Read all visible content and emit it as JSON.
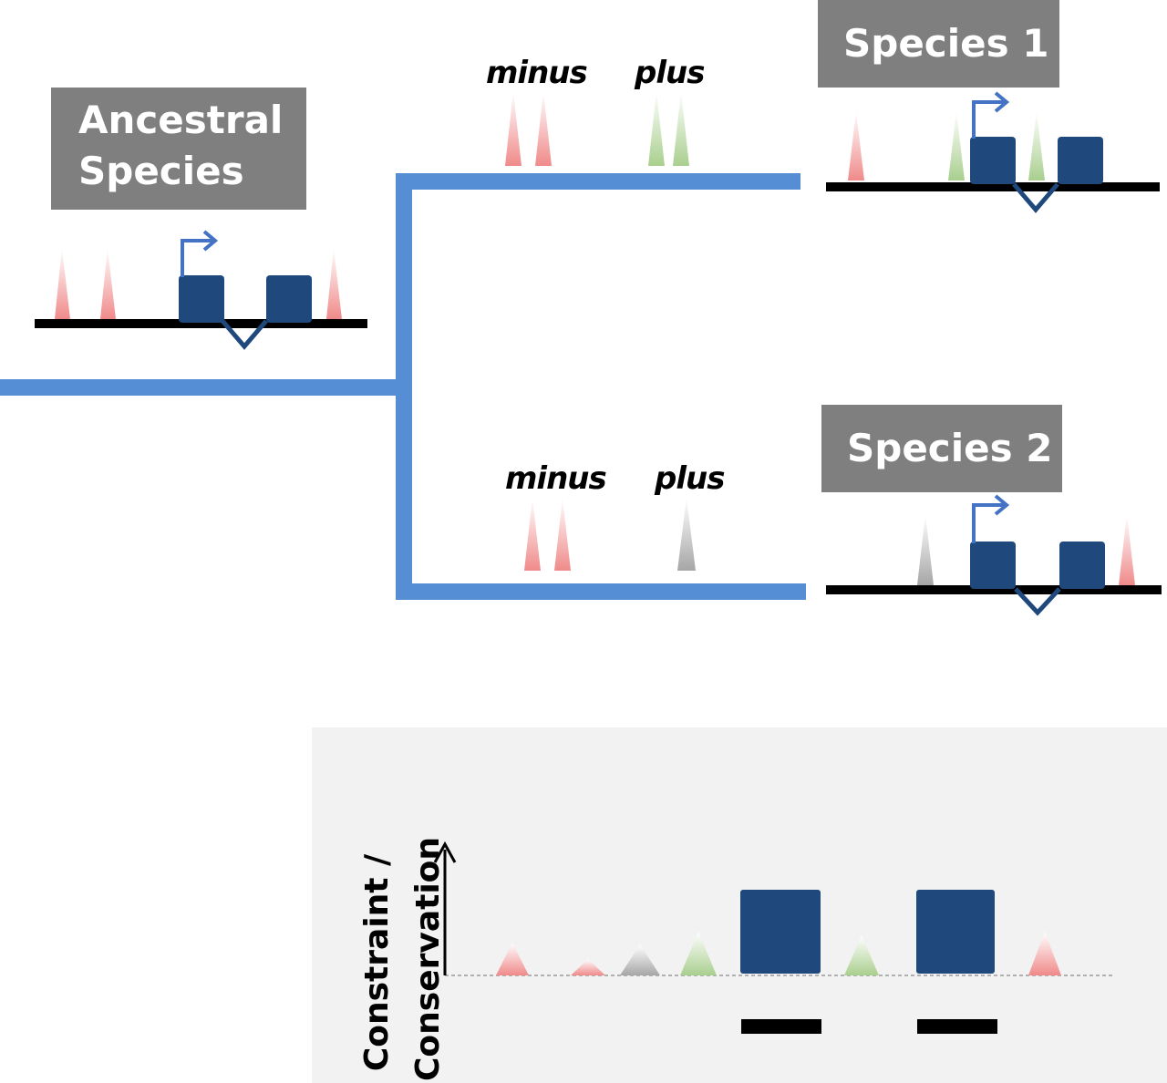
{
  "labels": {
    "ancestral": "Ancestral Species",
    "species1": "Species 1",
    "species2": "Species 2"
  },
  "branch_top": {
    "minus": "minus",
    "plus": "plus"
  },
  "branch_bottom": {
    "minus": "minus",
    "plus": "plus"
  },
  "conservation_panel": {
    "axis_label": "Constraint / Conservation"
  },
  "colors": {
    "branch": "#558ed5",
    "exon": "#1f497d",
    "intron_arrow": "#4472c4",
    "label_box": "#7f7f7f",
    "loss_element": "#ff9999",
    "gain_element": "#b3d39b",
    "neutral_element": "#b0b0b0"
  }
}
